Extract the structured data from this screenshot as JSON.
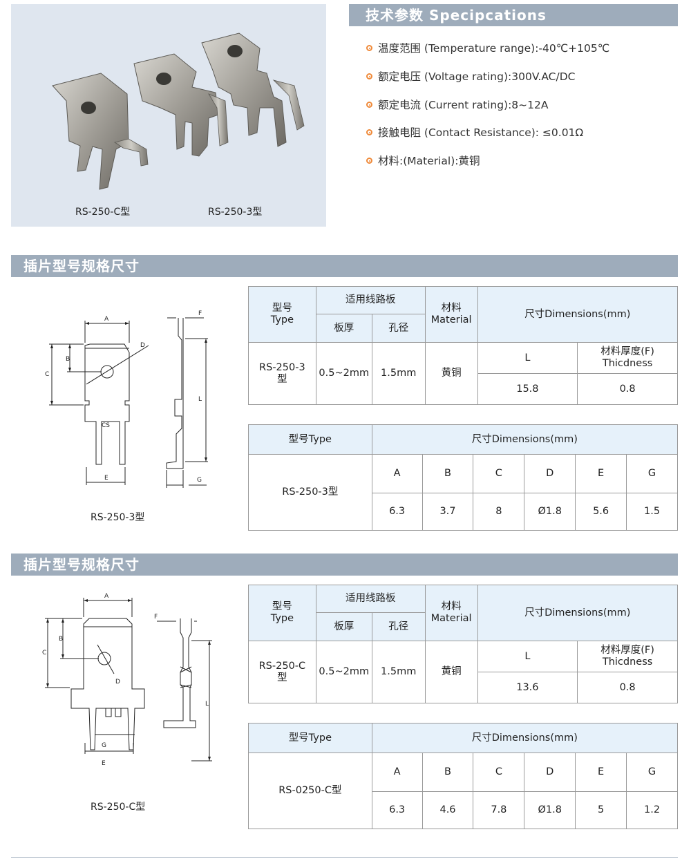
{
  "photo": {
    "captions": [
      "RS-250-C型",
      "RS-250-3型"
    ]
  },
  "specs": {
    "title": "技术参数 Specipcations",
    "items": [
      "温度范围 (Temperature range):-40℃+105℃",
      "额定电压 (Voltage rating):300V.AC/DC",
      "额定电流 (Current rating):8~12A",
      "接触电阻 (Contact Resistance):  ≤0.01Ω",
      "材料:(Material):黄铜"
    ],
    "bullet_color": "#ef8a3a"
  },
  "colors": {
    "header_bar": "#9eacbb",
    "table_header": "#e6f1fa",
    "photo_bg": "#dfe6ef"
  },
  "sections": [
    {
      "title": "插片型号规格尺寸",
      "diagram": {
        "caption": "RS-250-3型",
        "labels": {
          "A": "A",
          "B": "B",
          "C": "C",
          "D": "D",
          "E": "E",
          "F": "F",
          "G": "G",
          "L": "L",
          "CS": "CS"
        }
      },
      "table1": {
        "type_label": "型号\nType",
        "board_label": "适用线路板",
        "thickness_label": "板厚",
        "hole_label": "孔径",
        "material_label": "材料\nMaterial",
        "dims_label": "尺寸Dimensions(mm)",
        "l_label": "L",
        "f_label": "材料厚度(F)\nThicdness",
        "model": "RS-250-3\n型",
        "thickness": "0.5~2mm",
        "hole": "1.5mm",
        "material": "黄铜",
        "l_value": "15.8",
        "f_value": "0.8"
      },
      "table2": {
        "type_label": "型号Type",
        "dims_label": "尺寸Dimensions(mm)",
        "model": "RS-250-3型",
        "headers": [
          "A",
          "B",
          "C",
          "D",
          "E",
          "G"
        ],
        "values": [
          "6.3",
          "3.7",
          "8",
          "Ø1.8",
          "5.6",
          "1.5"
        ]
      }
    },
    {
      "title": "插片型号规格尺寸",
      "diagram": {
        "caption": "RS-250-C型",
        "labels": {
          "A": "A",
          "B": "B",
          "C": "C",
          "D": "D",
          "E": "E",
          "F": "F",
          "G": "G",
          "L": "L"
        }
      },
      "table1": {
        "type_label": "型号\nType",
        "board_label": "适用线路板",
        "thickness_label": "板厚",
        "hole_label": "孔径",
        "material_label": "材料\nMaterial",
        "dims_label": "尺寸Dimensions(mm)",
        "l_label": "L",
        "f_label": "材料厚度(F)\nThicdness",
        "model": "RS-250-C\n型",
        "thickness": "0.5~2mm",
        "hole": "1.5mm",
        "material": "黄铜",
        "l_value": "13.6",
        "f_value": "0.8"
      },
      "table2": {
        "type_label": "型号Type",
        "dims_label": "尺寸Dimensions(mm)",
        "model": "RS-0250-C型",
        "headers": [
          "A",
          "B",
          "C",
          "D",
          "E",
          "G"
        ],
        "values": [
          "6.3",
          "4.6",
          "7.8",
          "Ø1.8",
          "5",
          "1.2"
        ]
      }
    }
  ]
}
